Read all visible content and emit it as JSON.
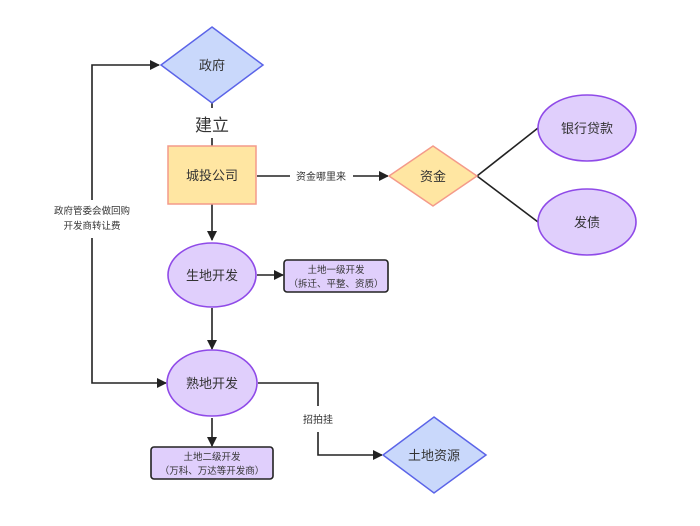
{
  "diagram": {
    "title": "",
    "colors": {
      "diamond_blue_fill": "#c9d8fb",
      "diamond_blue_stroke": "#5b64e8",
      "diamond_yellow_fill": "#ffe6a2",
      "diamond_yellow_stroke": "#f49a8a",
      "rect_yellow_fill": "#ffe6a2",
      "rect_yellow_stroke": "#f49a8a",
      "ellipse_fill": "#e0cffc",
      "ellipse_stroke": "#8f4ae8",
      "note_fill": "#e0cffc",
      "note_stroke": "#222222",
      "edge": "#222222"
    },
    "nodes": {
      "government": "政府",
      "chengtou": "城投公司",
      "funds": "资金",
      "bank_loan": "银行贷款",
      "bond": "发债",
      "raw_land": "生地开发",
      "primary_dev_line1": "土地一级开发",
      "primary_dev_line2": "（拆迁、平整、资质）",
      "mature_land": "熟地开发",
      "secondary_dev_line1": "土地二级开发",
      "secondary_dev_line2": "（万科、万达等开发商）",
      "land_resource": "土地资源"
    },
    "edge_labels": {
      "establish": "建立",
      "where_funds": "资金哪里来",
      "buyback_line1": "政府管委会做回购",
      "buyback_line2": "开发商转让费",
      "auction": "招拍挂"
    }
  }
}
